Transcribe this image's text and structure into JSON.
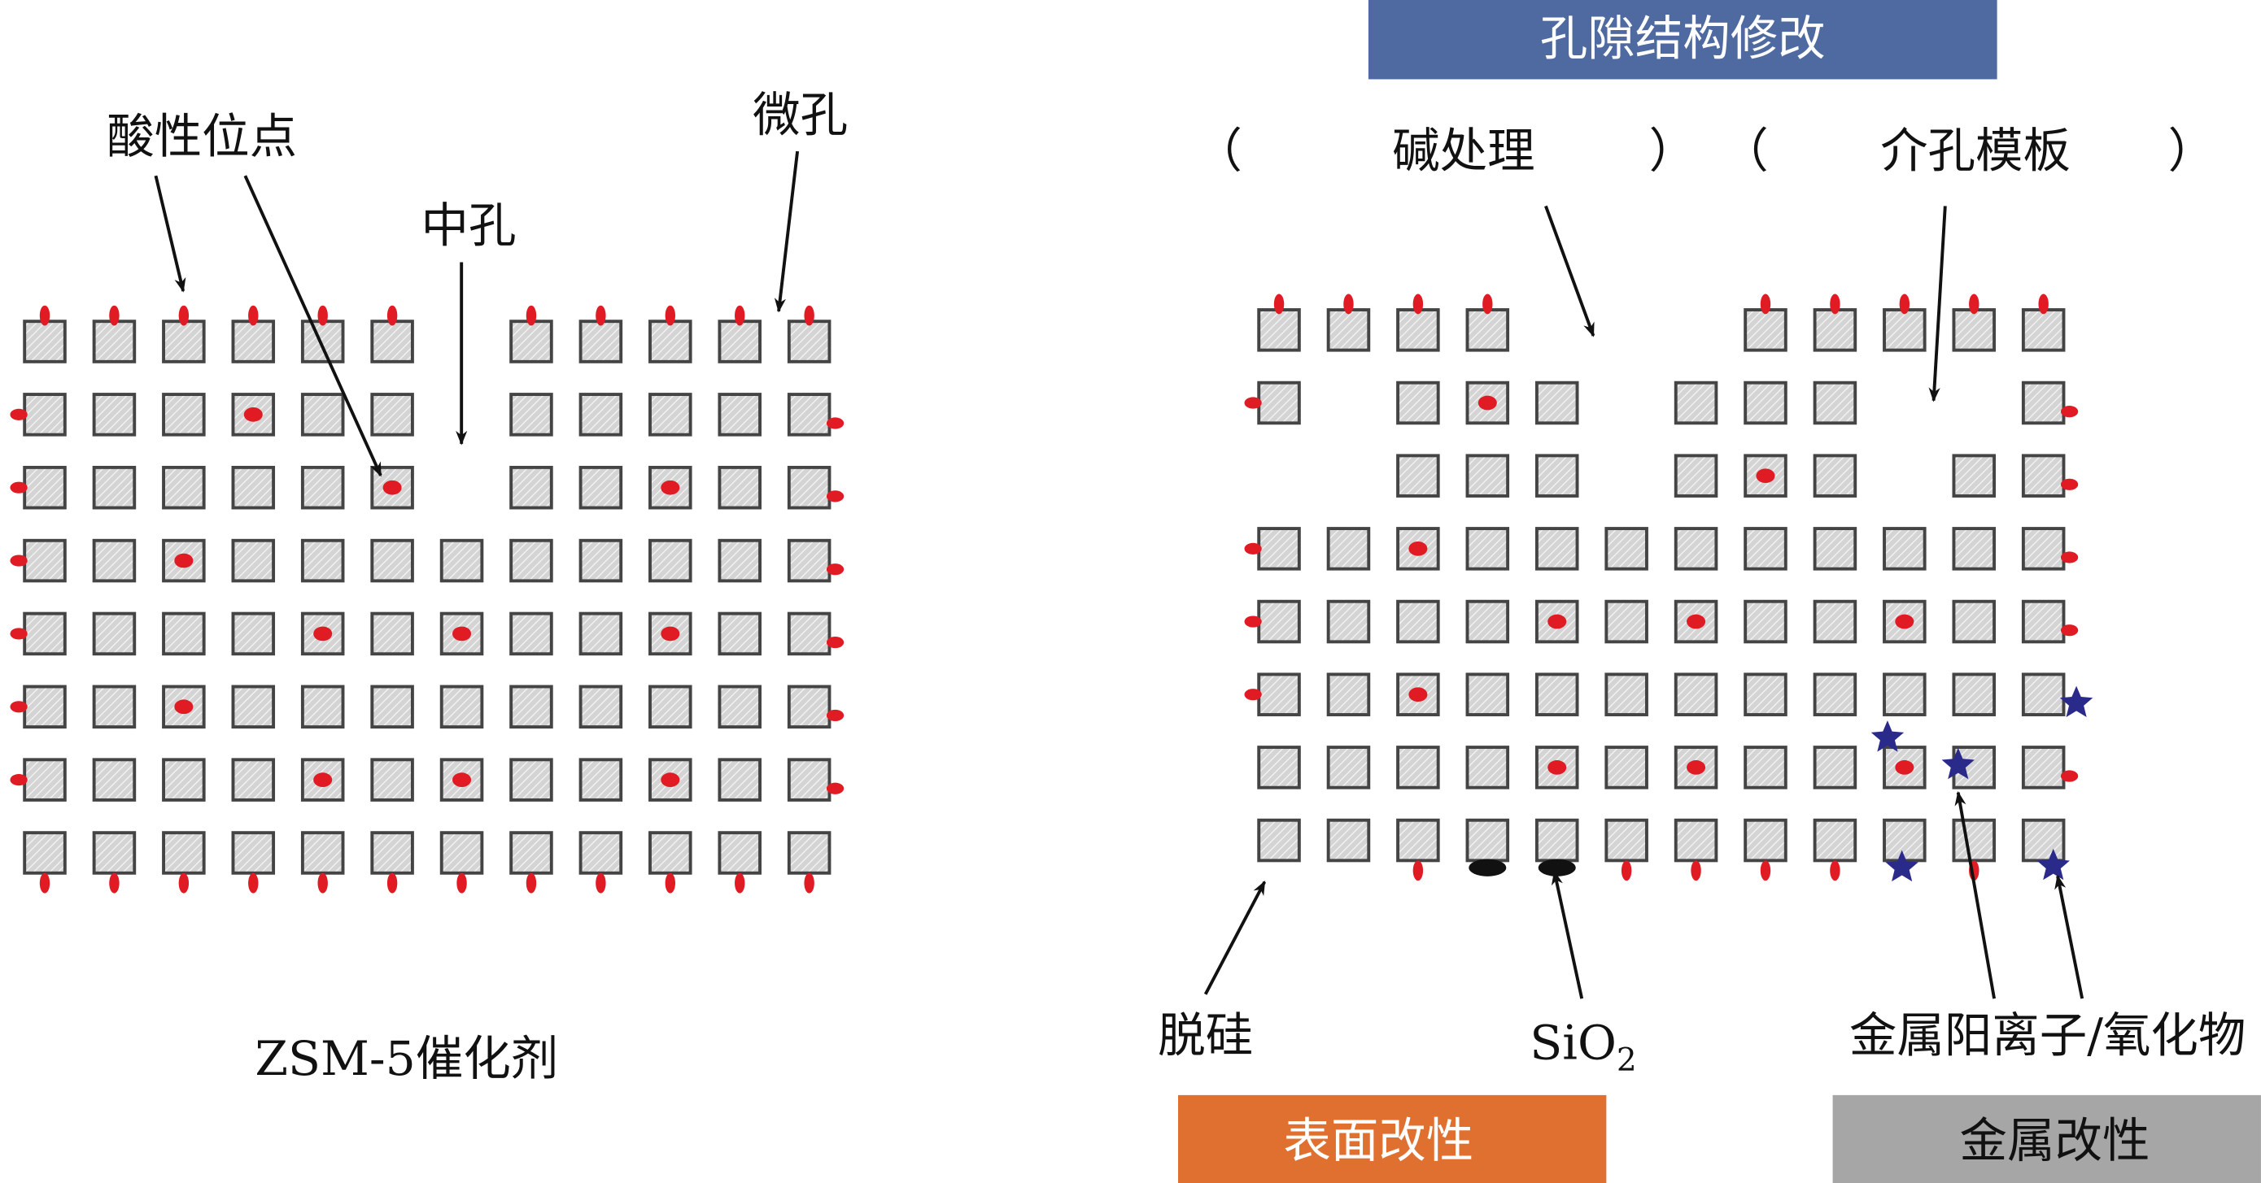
{
  "colors": {
    "pore_banner": "#4f6aa0",
    "surface_banner": "#e07030",
    "metal_banner": "#a6a6a6",
    "acid_site": "#e01b24",
    "metal_star": "#2a2a8a",
    "sio2": "#111111"
  },
  "left_panel": {
    "labels": {
      "acid_site": "酸性位点",
      "mesopore": "中孔",
      "micropore": "微孔",
      "caption": "ZSM-5催化剂"
    },
    "grid": [
      "111111011111",
      "111111011111",
      "111111011111",
      "111111111111",
      "111111111111",
      "111111111111",
      "111111111111",
      "111111111111"
    ],
    "inner_sites": [
      "000000000000",
      "000100000000",
      "000001000100",
      "001000000000",
      "000010100100",
      "001000000000",
      "000010100100",
      "000000000000"
    ],
    "left_sites": "01111110",
    "right_sites": "01111110"
  },
  "right_panel": {
    "banner_top": "孔隙结构修改",
    "paren_open_1": "（",
    "alkali": "碱处理",
    "paren_close_1": "）",
    "paren_open_2": "（",
    "template": "介孔模板",
    "paren_close_2": "）",
    "labels": {
      "desilication": "脱硅",
      "sio2": "SiO",
      "sio2_sub": "2",
      "metal": "金属阳离子/氧化物"
    },
    "banner_surface": "表面改性",
    "banner_metal": "金属改性",
    "grid": [
      "111100011111",
      "101110111001",
      "001110111011",
      "111111111111",
      "111111111111",
      "111111111111",
      "111111111111",
      "111111111111"
    ],
    "top_sites": "111100011111",
    "inner_sites": [
      "000000000000",
      "000100000000",
      "000000010000",
      "001000000000",
      "000010100100",
      "001000000000",
      "000010100100",
      "000000000000"
    ],
    "left_sites": "01011100",
    "right_sites": "01111010",
    "bottom_sites": "001001111010",
    "bottom_sio2": "000110000000"
  }
}
